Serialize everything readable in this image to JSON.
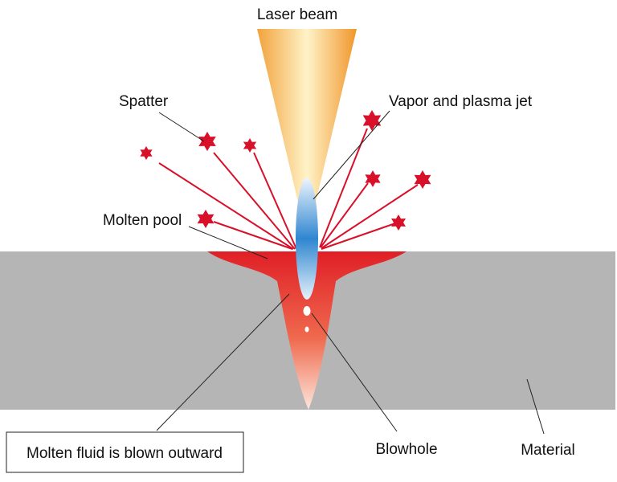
{
  "labels": {
    "laser_beam": "Laser beam",
    "spatter": "Spatter",
    "vapor_plasma_jet": "Vapor and plasma jet",
    "molten_pool": "Molten pool",
    "molten_fluid": "Molten fluid is blown outward",
    "blowhole": "Blowhole",
    "material": "Material"
  },
  "colors": {
    "material": "#b5b5b5",
    "spatter": "#d8102a",
    "beam": "#f2a23c",
    "plasma": "#2f86d0",
    "molten": "#e8342c"
  }
}
